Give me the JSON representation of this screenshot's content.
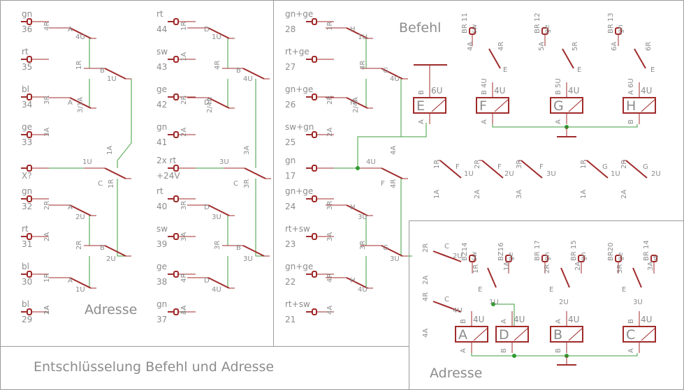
{
  "title": "Entschlüsselung Befehl und Adresse",
  "sections": {
    "adresse_left": "Adresse",
    "befehl": "Befehl",
    "adresse_right": "Adresse"
  },
  "connectors": {
    "col1": [
      {
        "color": "gn",
        "num": "36"
      },
      {
        "color": "rt",
        "num": "35"
      },
      {
        "color": "bl",
        "num": "34"
      },
      {
        "color": "ge",
        "num": "33"
      },
      {
        "color": "",
        "num": "X?"
      },
      {
        "color": "gn",
        "num": "32"
      },
      {
        "color": "rt",
        "num": "31"
      },
      {
        "color": "bl",
        "num": "30"
      },
      {
        "color": "bl",
        "num": "29"
      }
    ],
    "col2": [
      {
        "color": "rt",
        "num": "44"
      },
      {
        "color": "sw",
        "num": "43"
      },
      {
        "color": "ge",
        "num": "42"
      },
      {
        "color": "gn",
        "num": "41"
      },
      {
        "color": "2x rt",
        "num": "+24V"
      },
      {
        "color": "rt",
        "num": "40"
      },
      {
        "color": "sw",
        "num": "39"
      },
      {
        "color": "ge",
        "num": "38"
      },
      {
        "color": "gn",
        "num": "37"
      }
    ],
    "col3": [
      {
        "color": "gn+ge",
        "num": "28"
      },
      {
        "color": "rt+ge",
        "num": "27"
      },
      {
        "color": "gn+ge",
        "num": "26"
      },
      {
        "color": "sw+gn",
        "num": "25"
      },
      {
        "color": "gn",
        "num": "17"
      },
      {
        "color": "gn+ge",
        "num": "24"
      },
      {
        "color": "rt+sw",
        "num": "23"
      },
      {
        "color": "gn+ge",
        "num": "22"
      },
      {
        "color": "rt+sw",
        "num": "21"
      }
    ]
  },
  "relays_befehl": [
    {
      "name": "E",
      "a": "A",
      "b": "B",
      "u": "6U"
    },
    {
      "name": "F",
      "a": "A",
      "b": "B 4U",
      "u": "4U"
    },
    {
      "name": "G",
      "a": "A",
      "b": "B 5U",
      "u": "4U"
    },
    {
      "name": "H",
      "a": "B",
      "b": "A 6U",
      "u": "4U"
    }
  ],
  "relays_adresse": [
    {
      "name": "A",
      "a": "A",
      "b": "B",
      "u": "4U"
    },
    {
      "name": "D",
      "a": "B",
      "b": "A",
      "u": "4U"
    },
    {
      "name": "B",
      "a": "B",
      "b": "A",
      "u": "4U"
    },
    {
      "name": "C",
      "a": "A",
      "b": "B",
      "u": "4U"
    }
  ],
  "bridges": [
    "BR 11",
    "BR 12",
    "BR 13",
    "BZ14",
    "BZ16",
    "BR 17",
    "BR 15",
    "BR20",
    "BR 14"
  ],
  "bridge_colors": [
    "sw",
    "ge",
    "gn",
    "sw",
    "ge",
    "gn",
    "gn",
    "ge",
    "rt"
  ],
  "contact_labels": [
    "4R",
    "A",
    "4U",
    "1R",
    "B",
    "1U",
    "3R",
    "A",
    "3|1A",
    "3A",
    "1A",
    "1U",
    "C",
    "1R",
    "2R",
    "A",
    "2U",
    "2A",
    "2R",
    "B",
    "2U",
    "1R",
    "A",
    "1U",
    "2A",
    "1A",
    "1R",
    "D",
    "1U",
    "4R",
    "B",
    "4U",
    "1A",
    "2R",
    "D",
    "2|4A",
    "2A",
    "3A",
    "3U",
    "C",
    "3R",
    "3R",
    "D",
    "3U",
    "3A",
    "3R",
    "B",
    "3U",
    "4R",
    "D",
    "4U",
    "3A",
    "4A",
    "1R",
    "H",
    "1U",
    "4R",
    "G",
    "4U",
    "2R",
    "H",
    "2|4A",
    "2A",
    "4A",
    "4U",
    "F",
    "4R",
    "3R",
    "H",
    "3U",
    "3A",
    "3R",
    "G",
    "3U",
    "4R",
    "H",
    "4U",
    "4A",
    "4A",
    "4R",
    "E",
    "5A",
    "5R",
    "E",
    "6A",
    "6R",
    "E",
    "1R",
    "F",
    "1U",
    "1A",
    "2R",
    "F",
    "2U",
    "2A",
    "3R",
    "F",
    "3U",
    "3A",
    "1R",
    "G",
    "1U",
    "1A",
    "2R",
    "G",
    "2U",
    "2A",
    "2R",
    "C",
    "2U",
    "2A",
    "4R",
    "C",
    "4U",
    "4A",
    "1R",
    "1A",
    "E",
    "1U",
    "2R",
    "2A",
    "E",
    "2U",
    "3R",
    "3A",
    "E",
    "3U"
  ],
  "colors": {
    "frame": "#9a9a9a",
    "symbol": "#a02b2b",
    "wire": "#3d9e3d",
    "junction": "#2f9a2f",
    "text": "#8c8c8c"
  }
}
